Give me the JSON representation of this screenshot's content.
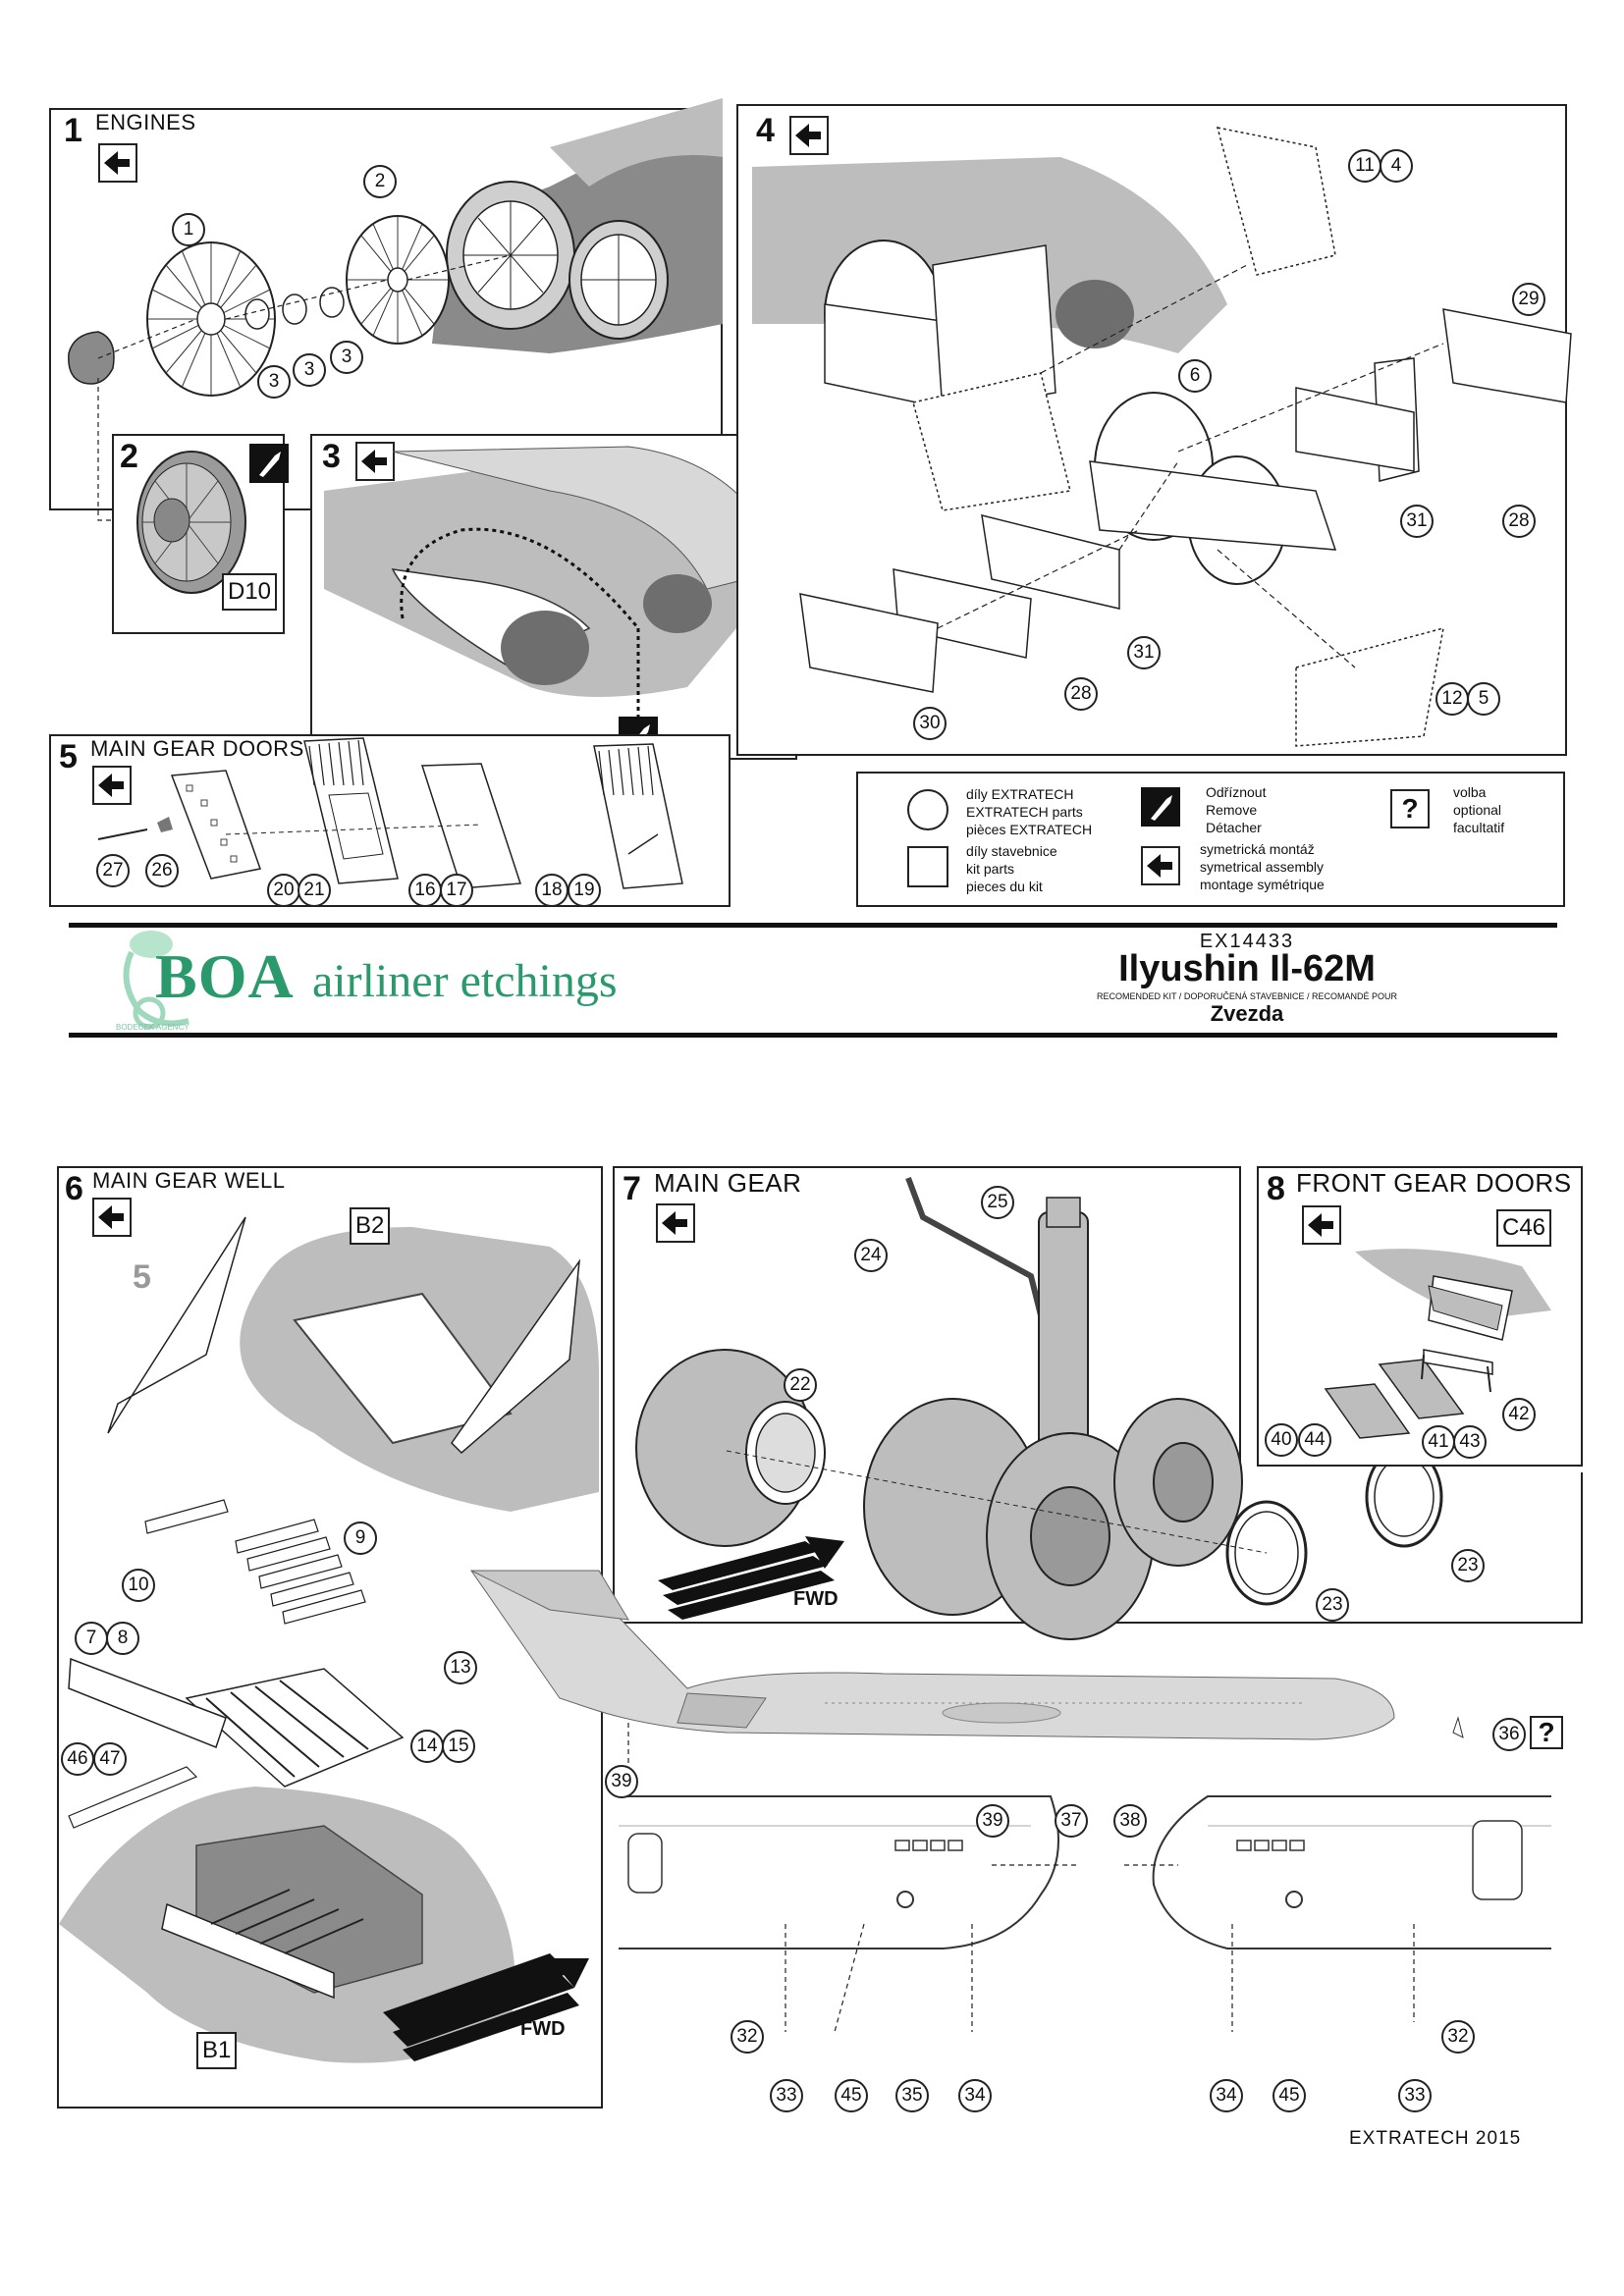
{
  "panels": {
    "p1": {
      "num": "1",
      "title": "ENGINES"
    },
    "p2": {
      "num": "2",
      "box": "D10"
    },
    "p3": {
      "num": "3"
    },
    "p4": {
      "num": "4"
    },
    "p5": {
      "num": "5",
      "title": "MAIN GEAR DOORS"
    },
    "p6": {
      "num": "6",
      "title": "MAIN GEAR WELL",
      "box_top": "B2",
      "box_bottom": "B1",
      "ghost": "5",
      "fwd": "FWD"
    },
    "p7": {
      "num": "7",
      "title": "MAIN GEAR",
      "fwd": "FWD"
    },
    "p8": {
      "num": "8",
      "title": "FRONT GEAR DOORS",
      "box": "C46"
    }
  },
  "callouts": {
    "p1": [
      "1",
      "2",
      "3",
      "3",
      "3"
    ],
    "p4": [
      "11",
      "4",
      "29",
      "6",
      "31",
      "28",
      "31",
      "28",
      "30",
      "12",
      "5"
    ],
    "p5": [
      "27",
      "26",
      "20",
      "21",
      "16",
      "17",
      "18",
      "19"
    ],
    "p6": [
      "9",
      "10",
      "7",
      "8",
      "13",
      "14",
      "15",
      "46",
      "47"
    ],
    "p7": [
      "25",
      "24",
      "22",
      "23",
      "23"
    ],
    "p8": [
      "40",
      "44",
      "41",
      "43",
      "42"
    ],
    "nose": [
      "39",
      "39",
      "37",
      "38",
      "36",
      "32",
      "33",
      "45",
      "35",
      "34",
      "34",
      "45",
      "33",
      "32"
    ]
  },
  "legend": {
    "extratech": [
      "díly EXTRATECH",
      "EXTRATECH parts",
      "pièces EXTRATECH"
    ],
    "kit": [
      "díly stavebnice",
      "kit parts",
      "pieces du kit"
    ],
    "remove": [
      "Odříznout",
      "Remove",
      "Détacher"
    ],
    "symmetric": [
      "symetrická montáž",
      "symetrical assembly",
      "montage symétrique"
    ],
    "optional": [
      "volba",
      "optional",
      "facultatif"
    ],
    "q": "?"
  },
  "header": {
    "brand_big": "BOA",
    "brand_rest": "airliner etchings",
    "agency": "BODECEK AGENCY",
    "code": "EX14433",
    "model": "Ilyushin Il-62M",
    "recommended": "RECOMENDED KIT / DOPORUČENÁ STAVEBNICE / RECOMANDÉ POUR",
    "kit": "Zvezda"
  },
  "footer": "EXTRATECH 2015"
}
